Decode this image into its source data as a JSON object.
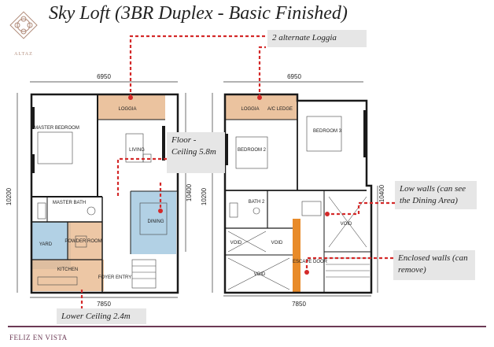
{
  "title": "Sky Loft (3BR Duplex - Basic Finished)",
  "brand": {
    "name": "ALTAZ"
  },
  "footer": {
    "text": "FELIZ EN VISTA"
  },
  "callouts": {
    "loggia": "2 alternate Loggia",
    "floor_ceiling": "Floor - Ceiling 5.8m",
    "low_walls": "Low walls (can see the Dining Area)",
    "enclosed_walls": "Enclosed walls (can remove)",
    "lower_ceiling": "Lower Ceiling 2.4m"
  },
  "plan_left": {
    "dim_top": "6950",
    "dim_bottom": "7850",
    "dim_left": "10200",
    "dim_right": "10400",
    "rooms": {
      "loggia": "LOGGIA",
      "master_bedroom": "MASTER BEDROOM",
      "living": "LIVING",
      "master_bath": "MASTER BATH",
      "dining": "DINING",
      "yard": "YARD",
      "powder_room": "POWDER ROOM",
      "kitchen": "KITCHEN",
      "foyer": "FOYER ENTRY"
    }
  },
  "plan_right": {
    "dim_top": "6950",
    "dim_bottom": "7850",
    "dim_left": "10200",
    "dim_right": "10400",
    "rooms": {
      "loggia": "LOGGIA",
      "ac_ledge": "A/C LEDGE",
      "bedroom2": "BEDROOM 2",
      "bedroom3": "BEDROOM 3",
      "bath2": "BATH 2",
      "void_left": "VOID",
      "void_mid": "VOID",
      "void_bottom": "VOID",
      "void_right": "VOID",
      "escape_door": "ESCAPE DOOR"
    }
  },
  "colors": {
    "accent_red": "#d42a2a",
    "loggia_fill": "#e8b98e",
    "yard_fill": "#7fb3d3",
    "wall": "#1a1a1a",
    "brand_purple": "#6c3a55"
  }
}
